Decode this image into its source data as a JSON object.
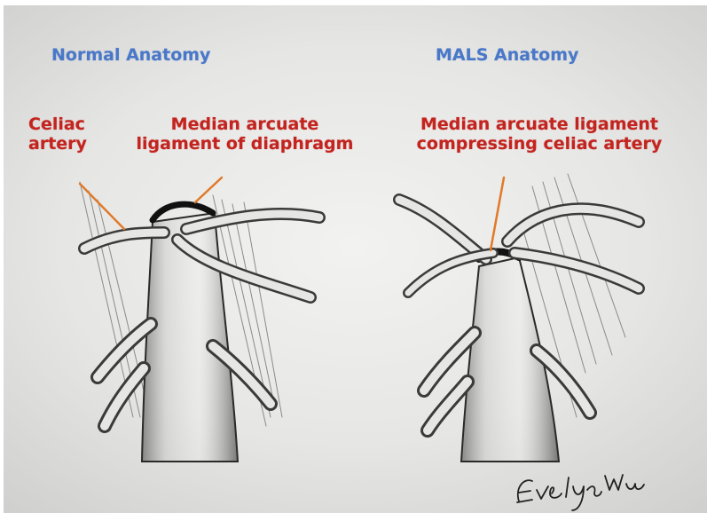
{
  "left_panel": {
    "title": "Normal Anatomy",
    "celiac_label_line1": "Celiac",
    "celiac_label_line2": "artery",
    "ligament_label_line1": "Median arcuate",
    "ligament_label_line2": "ligament of diaphragm"
  },
  "right_panel": {
    "title": "MALS Anatomy",
    "ligament_label_line1": "Median arcuate ligament",
    "ligament_label_line2": "compressing celiac artery"
  },
  "signature": "Evelyn Wu",
  "colors": {
    "title": "#4a78c8",
    "label": "#c3241f",
    "leader_line": "#e07a2a",
    "ink": "#2a2a2a"
  }
}
